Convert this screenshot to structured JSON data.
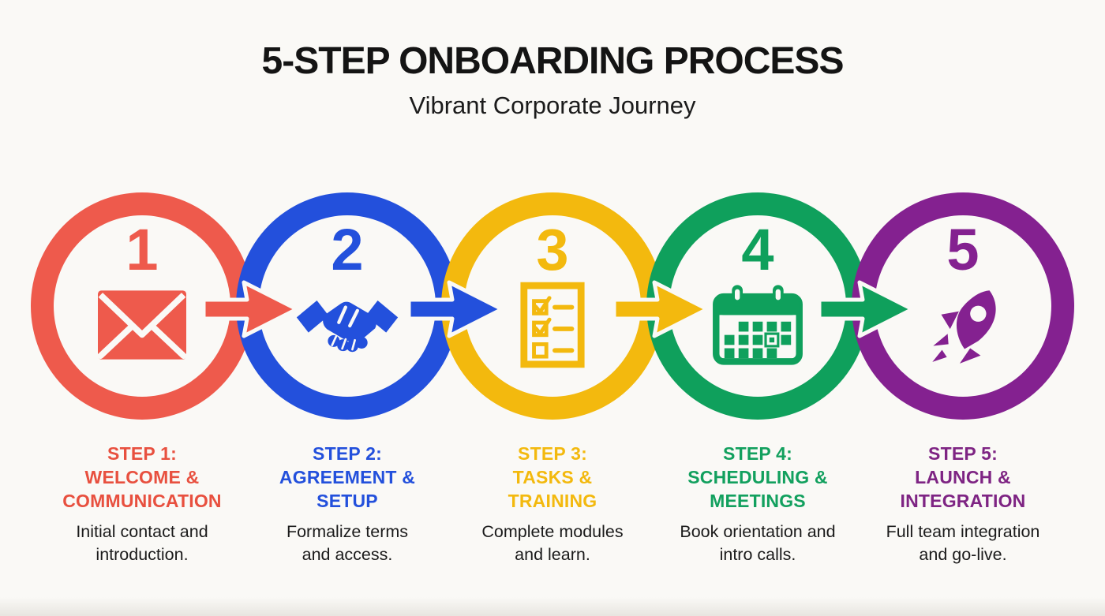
{
  "title": "5-STEP ONBOARDING PROCESS",
  "subtitle": "Vibrant Corporate Journey",
  "palette": {
    "background": "#FAF9F6",
    "title_text": "#141414",
    "body_text": "#1B1B1B",
    "step_colors": [
      "#EE5A4C",
      "#2350DC",
      "#F3B90E",
      "#0FA05C",
      "#842190"
    ]
  },
  "steps": [
    {
      "number": "1",
      "color": "#EE5A4C",
      "icon": "envelope-icon",
      "title_lines": [
        "STEP 1:",
        "WELCOME &",
        "COMMUNICATION"
      ],
      "description_lines": [
        "Initial contact and",
        "introduction."
      ]
    },
    {
      "number": "2",
      "color": "#2350DC",
      "icon": "handshake-icon",
      "title_lines": [
        "STEP 2:",
        "AGREEMENT &",
        "SETUP"
      ],
      "description_lines": [
        "Formalize terms",
        "and access."
      ]
    },
    {
      "number": "3",
      "color": "#F3B90E",
      "icon": "checklist-icon",
      "title_lines": [
        "STEP 3:",
        "TASKS &",
        "TRAINING"
      ],
      "description_lines": [
        "Complete modules",
        "and learn."
      ]
    },
    {
      "number": "4",
      "color": "#0FA05C",
      "icon": "calendar-icon",
      "title_lines": [
        "STEP 4:",
        "SCHEDULING &",
        "MEETINGS"
      ],
      "description_lines": [
        "Book orientation and",
        "intro calls."
      ]
    },
    {
      "number": "5",
      "color": "#842190",
      "icon": "rocket-icon",
      "title_lines": [
        "STEP 5:",
        "LAUNCH &",
        "INTEGRATION"
      ],
      "description_lines": [
        "Full team integration",
        "and go-live."
      ]
    }
  ]
}
